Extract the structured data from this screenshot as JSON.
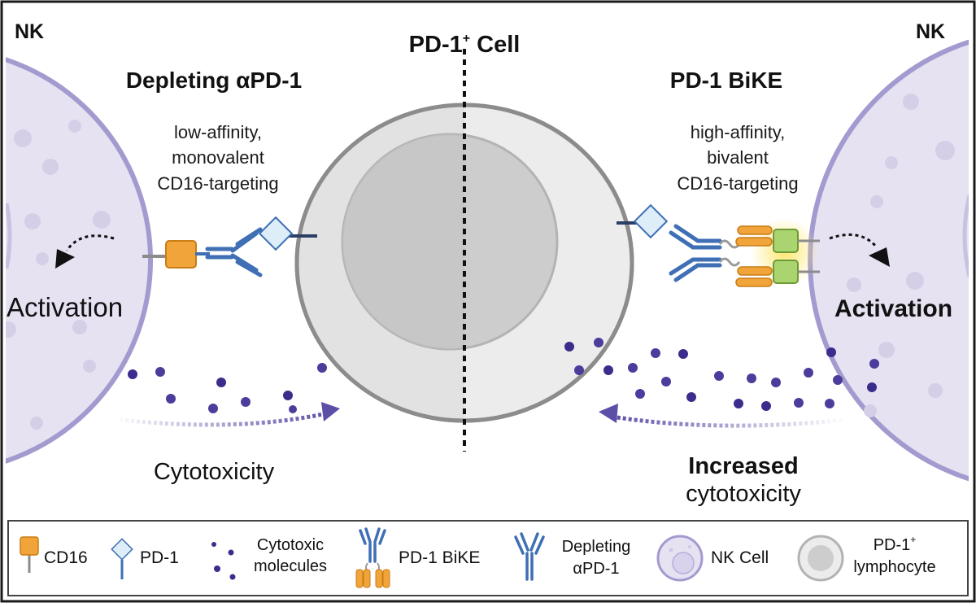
{
  "labels": {
    "nk_left": "NK",
    "nk_right": "NK",
    "center_title_main": "PD-1",
    "center_title_sup": "+",
    "center_title_rest": " Cell",
    "left_title": "Depleting αPD-1",
    "right_title": "PD-1 BiKE",
    "left_affinity": [
      "low-affinity,",
      "monovalent",
      "CD16-targeting"
    ],
    "right_affinity": [
      "high-affinity,",
      "bivalent",
      "CD16-targeting"
    ],
    "activation_left": "Activation",
    "activation_right": "Activation",
    "cytotoxicity_left": "Cytotoxicity",
    "increased": "Increased",
    "cytotoxicity_right": "cytotoxicity"
  },
  "legend": {
    "cd16": "CD16",
    "pd1": "PD-1",
    "cytotoxic": [
      "Cytotoxic",
      "molecules"
    ],
    "bike": "PD-1 BiKE",
    "depleting": [
      "Depleting",
      "αPD-1"
    ],
    "nk_cell": "NK Cell",
    "lymphocyte_main": "PD-1",
    "lymphocyte_sup": "+",
    "lymphocyte_sub": "lymphocyte"
  },
  "colors": {
    "nk_fill": "#e6e2f2",
    "nk_stroke": "#a39bcf",
    "cell_outer": "#e6e6e6",
    "cell_stroke": "#8c8c8c",
    "nucleus": "#cfcfcf",
    "cd16": "#f0a43a",
    "pd1": "#deeef8",
    "antibody": "#3f6fb5",
    "molecule": "#3a2d8c",
    "arrow": "#5b4fa8",
    "bike_cd16": "#a9d46f"
  }
}
